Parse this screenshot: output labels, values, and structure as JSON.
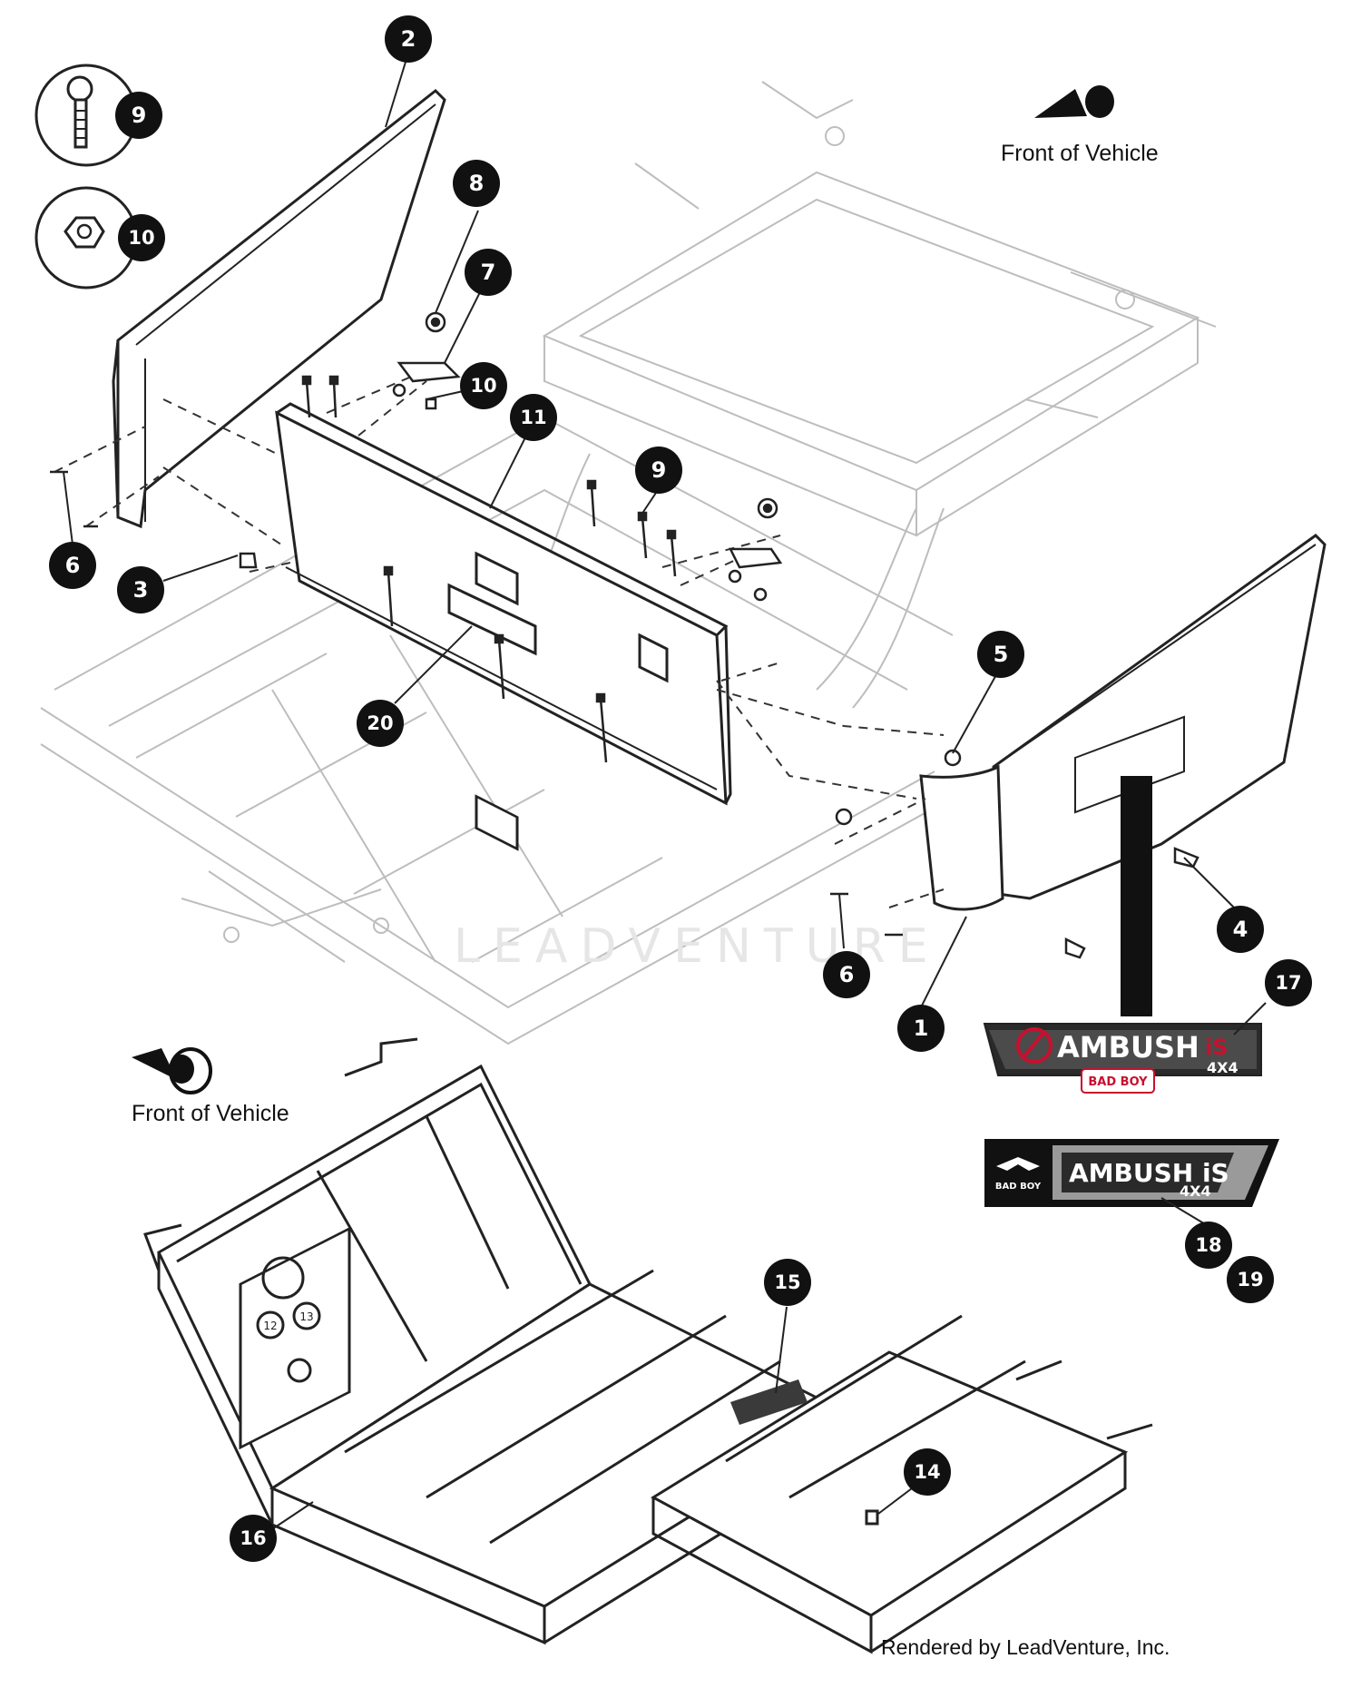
{
  "front_of_vehicle_top": "Front of Vehicle",
  "front_of_vehicle_bottom": "Front of Vehicle",
  "credit": "Rendered by LeadVenture, Inc.",
  "watermark": "LEADVENTURE",
  "callouts": [
    "1",
    "2",
    "3",
    "4",
    "5",
    "6",
    "6",
    "7",
    "8",
    "9",
    "9",
    "10",
    "10",
    "11",
    "14",
    "15",
    "16",
    "17",
    "18",
    "19",
    "20"
  ],
  "frame_panel_labels": [
    "12",
    "13"
  ],
  "decal_17": {
    "brand": "AMBUSH",
    "suffix": "iS",
    "sub": "4X4",
    "mini_brand": "BAD BOY"
  },
  "decal_18": {
    "brand": "AMBUSH iS",
    "sub": "4X4",
    "mini_brand": "BAD BOY"
  },
  "colors": {
    "line": "#222222",
    "light_line": "#b8b8b8",
    "callout": "#111111",
    "decal_dark": "#2a2a2a",
    "decal_red": "#c8102e"
  }
}
